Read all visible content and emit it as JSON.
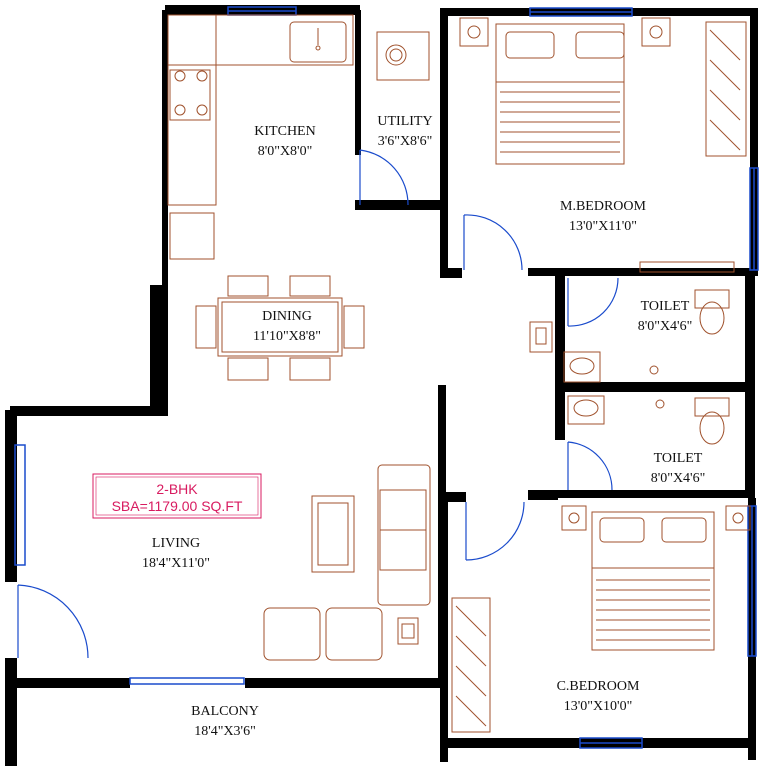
{
  "colors": {
    "wall": "#000000",
    "furniture": "#a0522d",
    "door": "#1a4bcc",
    "window": "#1a4bcc",
    "badge": "#d81b60",
    "text": "#111111"
  },
  "rooms": {
    "kitchen": {
      "name": "KITCHEN",
      "size": "8'0\"X8'0\""
    },
    "utility": {
      "name": "UTILITY",
      "size": "3'6\"X8'6\""
    },
    "master_bedroom": {
      "name": "M.BEDROOM",
      "size": "13'0\"X11'0\""
    },
    "dining": {
      "name": "DINING",
      "size": "11'10\"X8'8\""
    },
    "toilet_1": {
      "name": "TOILET",
      "size": "8'0\"X4'6\""
    },
    "toilet_2": {
      "name": "TOILET",
      "size": "8'0\"X4'6\""
    },
    "living": {
      "name": "LIVING",
      "size": "18'4\"X11'0\""
    },
    "children_bedroom": {
      "name": "C.BEDROOM",
      "size": "13'0\"X10'0\""
    },
    "balcony": {
      "name": "BALCONY",
      "size": "18'4\"X3'6\""
    }
  },
  "badge": {
    "type": "2-BHK",
    "area": "SBA=1179.00 SQ.FT"
  }
}
